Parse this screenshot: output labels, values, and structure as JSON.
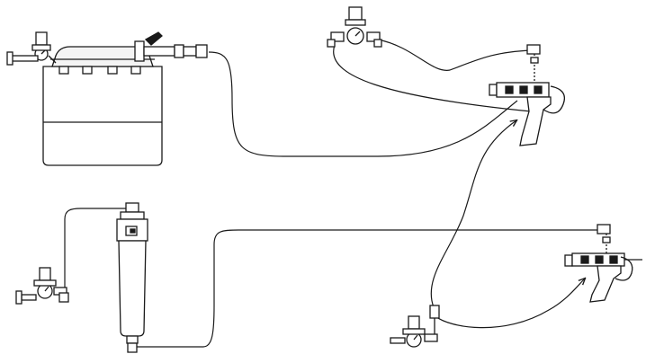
{
  "colors": {
    "background": "#ffffff",
    "line": "#1a1a1a",
    "fill": "#ffffff",
    "accent_fill": "#f4f4f4",
    "dark": "#1a1a1a"
  },
  "components": [
    {
      "name": "pressure-pot",
      "icon": "pressure-tank-icon"
    },
    {
      "name": "pot-regulator",
      "icon": "regulator-gauge-icon"
    },
    {
      "name": "pot-fluid-outlet-valve",
      "icon": "valve-icon"
    },
    {
      "name": "top-regulator",
      "icon": "regulator-gauge-icon"
    },
    {
      "name": "top-spray-gun",
      "icon": "spray-gun-icon"
    },
    {
      "name": "air-filter",
      "icon": "filter-canister-icon"
    },
    {
      "name": "filter-regulator",
      "icon": "regulator-gauge-icon"
    },
    {
      "name": "bottom-regulator",
      "icon": "regulator-gauge-icon"
    },
    {
      "name": "bottom-spray-gun",
      "icon": "spray-gun-icon"
    }
  ],
  "connections": [
    "pot-fluid-outlet-to-top-gun",
    "top-regulator-to-top-gun-left",
    "top-regulator-to-top-gun-right",
    "filter-outlet-to-bottom-gun",
    "filter-regulator-to-filter-inlet",
    "bottom-regulator-to-top-gun",
    "bottom-regulator-to-bottom-gun"
  ]
}
